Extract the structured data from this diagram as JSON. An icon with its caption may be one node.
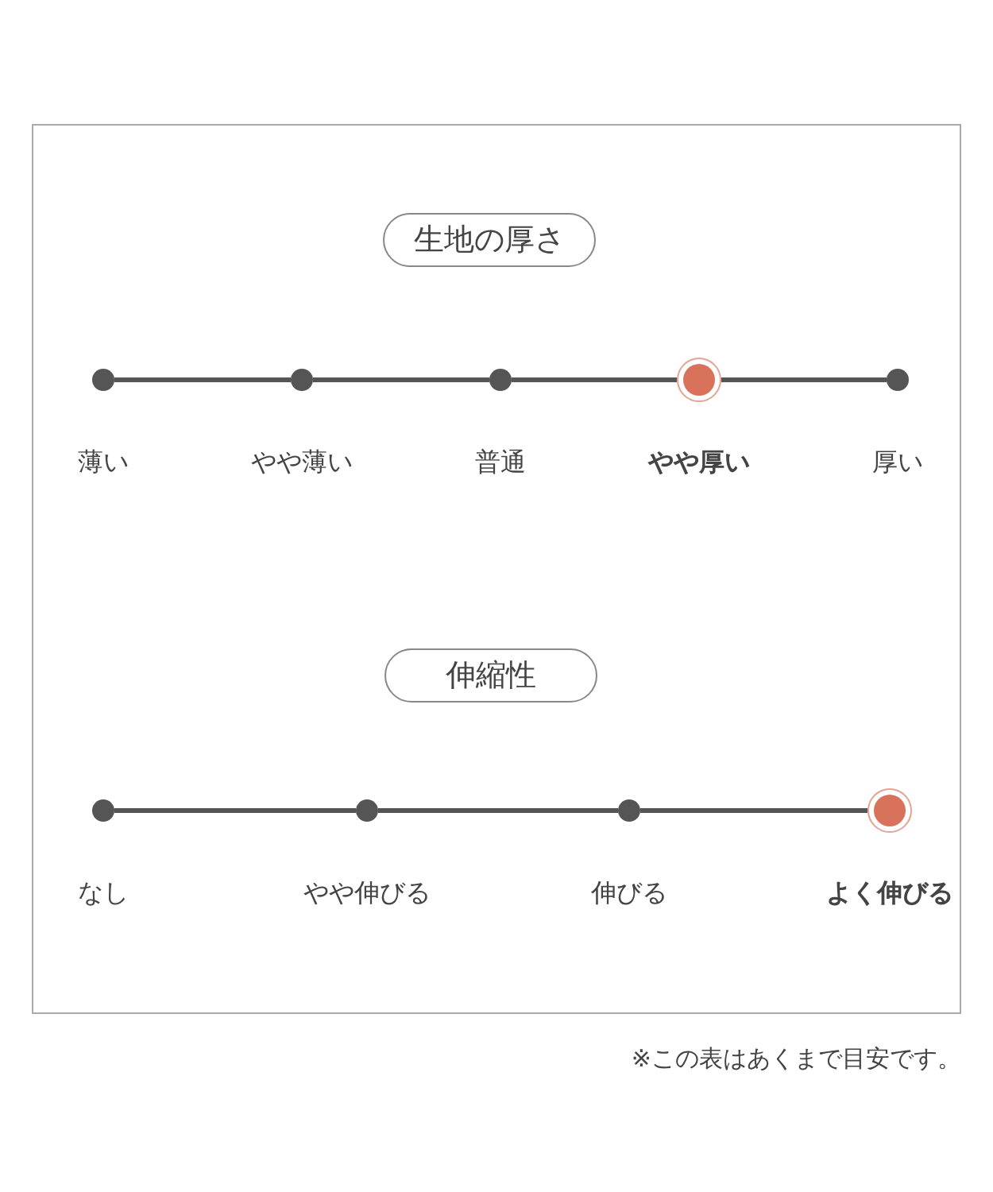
{
  "diagram": {
    "nodes": [
      {
        "text": [],
        "shape": "box"
      },
      {
        "text": [
          "生地の厚さ"
        ],
        "in": 0
      },
      {
        "text": [],
        "shape": "circle",
        "in": 0,
        "beside": [
          "薄い"
        ]
      },
      {
        "text": [],
        "shape": "circle",
        "in": 0,
        "beside": [
          "やや薄い"
        ]
      },
      {
        "text": [],
        "shape": "circle",
        "in": 0,
        "beside": [
          "普通"
        ]
      },
      {
        "text": [],
        "shape": "target",
        "in": 0,
        "beside": [
          "やや厚い"
        ]
      },
      {
        "text": [],
        "shape": "circle",
        "in": 0,
        "beside": [
          "厚い"
        ]
      },
      {
        "text": [
          "伸縮性"
        ],
        "in": 0
      },
      {
        "text": [],
        "shape": "circle",
        "in": 0,
        "beside": [
          "なし"
        ]
      },
      {
        "text": [],
        "shape": "circle",
        "in": 0,
        "beside": [
          "やや伸びる"
        ]
      },
      {
        "text": [],
        "shape": "circle",
        "in": 0,
        "beside": [
          "伸びる"
        ]
      },
      {
        "text": [],
        "shape": "target",
        "in": 0,
        "beside": [
          "よく伸びる"
        ]
      }
    ],
    "edges": [
      {
        "from": 2,
        "to": 3,
        "arrow": "none"
      },
      {
        "from": 3,
        "to": 4,
        "arrow": "none"
      },
      {
        "from": 4,
        "to": 5,
        "arrow": "none"
      },
      {
        "from": 5,
        "to": 6,
        "arrow": "none"
      },
      {
        "from": 8,
        "to": 9,
        "arrow": "none"
      },
      {
        "from": 9,
        "to": 10,
        "arrow": "none"
      },
      {
        "from": 10,
        "to": 11,
        "arrow": "none"
      }
    ],
    "labels": [
      "※この表はあくまで目安です。"
    ]
  }
}
